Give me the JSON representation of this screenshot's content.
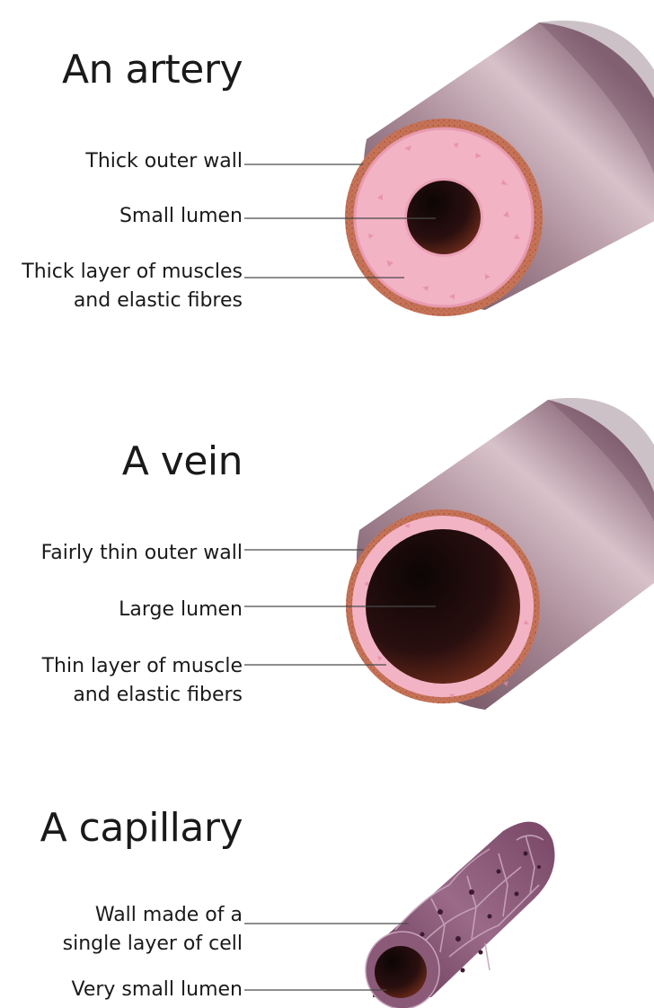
{
  "artery": {
    "title": "An artery",
    "labels": {
      "outer_wall": "Thick outer wall",
      "lumen": "Small lumen",
      "muscle_line1": "Thick layer of muscles",
      "muscle_line2": "and elastic fibres"
    }
  },
  "vein": {
    "title": "A vein",
    "labels": {
      "outer_wall": "Fairly thin outer wall",
      "lumen": "Large lumen",
      "muscle_line1": "Thin layer of muscle",
      "muscle_line2": "and elastic fibers"
    }
  },
  "capillary": {
    "title": "A capillary",
    "labels": {
      "wall_line1": "Wall made of a",
      "wall_line2": "single layer of cell",
      "lumen": "Very small lumen"
    }
  },
  "colors": {
    "tube": "#9c7c89",
    "outer_wall": "#c57257",
    "muscle_layer": "#f2b3c5",
    "lumen": "#2a0d0d",
    "capillary_cell": "#8a5a78",
    "pointer_line": "#4a4a4a"
  }
}
